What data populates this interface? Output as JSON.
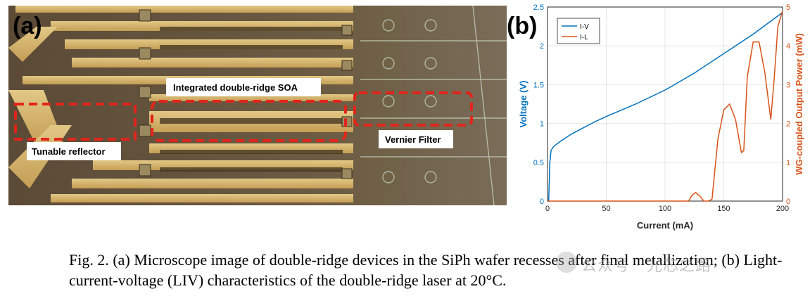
{
  "figure_a": {
    "panel_label": "(a)",
    "callouts": {
      "soa": "Integrated double-ridge SOA",
      "reflector": "Tunable reflector",
      "filter": "Vernier Filter"
    },
    "colors": {
      "box": "#e3241b",
      "gold": "#d8b565",
      "bg": "#6b5a40"
    }
  },
  "figure_b": {
    "panel_label": "(b)",
    "chart_data": {
      "type": "line",
      "xlabel": "Current (mA)",
      "ylabel_left": "Voltage (V)",
      "ylabel_right": "WG-coupled Output Power (mW)",
      "xlim": [
        0,
        200
      ],
      "ylim_left": [
        0,
        2.5
      ],
      "ylim_right": [
        0,
        5
      ],
      "x_ticks": [
        "0",
        "50",
        "100",
        "150",
        "200"
      ],
      "y_ticks_left": [
        "0",
        "0.5",
        "1",
        "1.5",
        "2",
        "2.5"
      ],
      "y_ticks_right": [
        "0",
        "1",
        "2",
        "3",
        "4",
        "5"
      ],
      "grid": true,
      "legend_position": "top-left",
      "series": [
        {
          "name": "I-V",
          "axis": "left",
          "color": "#0072bd",
          "x": [
            0,
            1,
            2,
            3,
            5,
            10,
            20,
            30,
            40,
            50,
            75,
            100,
            125,
            150,
            175,
            200
          ],
          "y": [
            0,
            0,
            0.5,
            0.65,
            0.7,
            0.76,
            0.86,
            0.94,
            1.02,
            1.09,
            1.25,
            1.43,
            1.65,
            1.9,
            2.15,
            2.43
          ]
        },
        {
          "name": "I-L",
          "axis": "right",
          "color": "#d95319",
          "x": [
            0,
            120,
            123,
            126,
            130,
            133,
            137,
            140,
            145,
            150,
            155,
            160,
            165,
            167,
            170,
            175,
            180,
            185,
            190,
            193,
            196,
            200
          ],
          "y": [
            0,
            0,
            0.15,
            0.22,
            0.12,
            0.0,
            0.0,
            0.05,
            1.6,
            2.35,
            2.5,
            2.1,
            1.25,
            1.3,
            3.2,
            4.1,
            4.1,
            3.3,
            2.1,
            3.2,
            4.5,
            4.9
          ]
        }
      ]
    }
  },
  "caption": {
    "text": "Fig. 2. (a) Microscope image of double-ridge devices in the SiPh wafer recesses after final metallization; (b) Light-current-voltage (LIV) characteristics of the double-ridge laser at 20°C."
  },
  "watermark": {
    "text": "公众号 · 光芯之路"
  }
}
